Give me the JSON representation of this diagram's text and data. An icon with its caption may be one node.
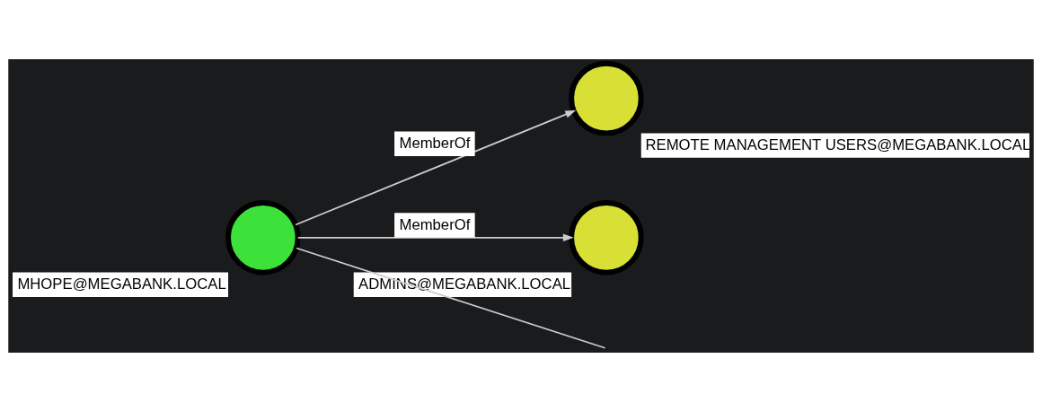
{
  "diagram": {
    "nodes": [
      {
        "text": [
          "MHOPE@MEGABANK.LOCAL"
        ]
      },
      {
        "text": [
          "REMOTE MANAGEMENT USERS@MEGABANK.LOCAL"
        ]
      },
      {
        "text": [
          "ADMINS@MEGABANK.LOCAL"
        ]
      }
    ],
    "edges": [
      {
        "from": 0,
        "to": null,
        "arrow": "none"
      },
      {
        "from": 0,
        "to": 1,
        "arrow": "to",
        "label": "MemberOf"
      },
      {
        "from": 0,
        "to": 2,
        "arrow": "to",
        "label": "MemberOf"
      }
    ]
  }
}
